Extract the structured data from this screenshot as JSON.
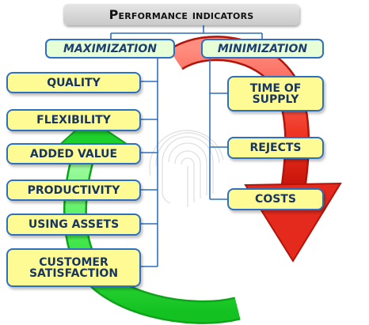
{
  "title": "Performance indicators",
  "maximization": {
    "heading": "MAXIMIZATION",
    "items": [
      "QUALITY",
      "FLEXIBILITY",
      "ADDED VALUE",
      "PRODUCTIVITY",
      "USING ASSETS",
      "CUSTOMER\nSATISFACTION"
    ]
  },
  "minimization": {
    "heading": "MINIMIZATION",
    "items": [
      "TIME OF\nSUPPLY",
      "REJECTS",
      "COSTS"
    ]
  },
  "colors": {
    "box_fill": "#fffb94",
    "box_border": "#2d6fc1",
    "heading_fill": "#e7ffd6",
    "up_arrow": "#2ee03a",
    "down_arrow": "#e42a1c",
    "title_fill": "#d6d6d6"
  }
}
